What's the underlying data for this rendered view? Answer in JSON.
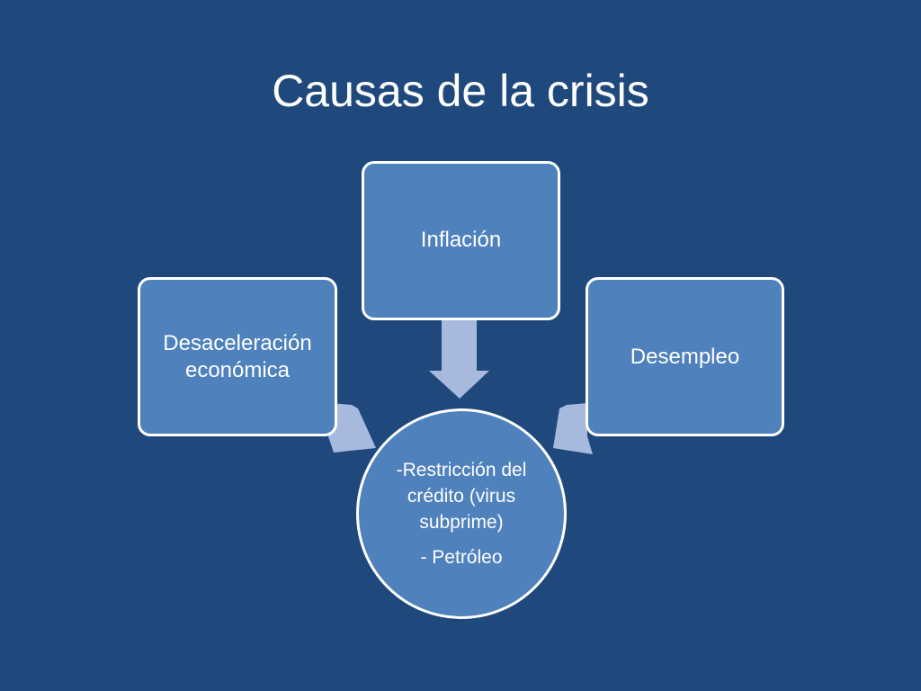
{
  "slide": {
    "title": "Causas de la crisis",
    "background_color": "#1f497d"
  },
  "diagram": {
    "nodes": [
      {
        "id": "left",
        "label": "Desaceleración económica"
      },
      {
        "id": "top",
        "label": "Inflación"
      },
      {
        "id": "right",
        "label": "Desempleo"
      }
    ],
    "center": {
      "text": "-Restricción del crédito (virus subprime)",
      "secondary_text": "- Petróleo"
    },
    "colors": {
      "node_fill": "#4f81bd",
      "node_border": "#ffffff",
      "arrow_fill": "#a7b9dd",
      "text": "#ffffff"
    },
    "relations": [
      {
        "from": "left",
        "to": "center"
      },
      {
        "from": "top",
        "to": "center"
      },
      {
        "from": "right",
        "to": "center"
      }
    ]
  }
}
